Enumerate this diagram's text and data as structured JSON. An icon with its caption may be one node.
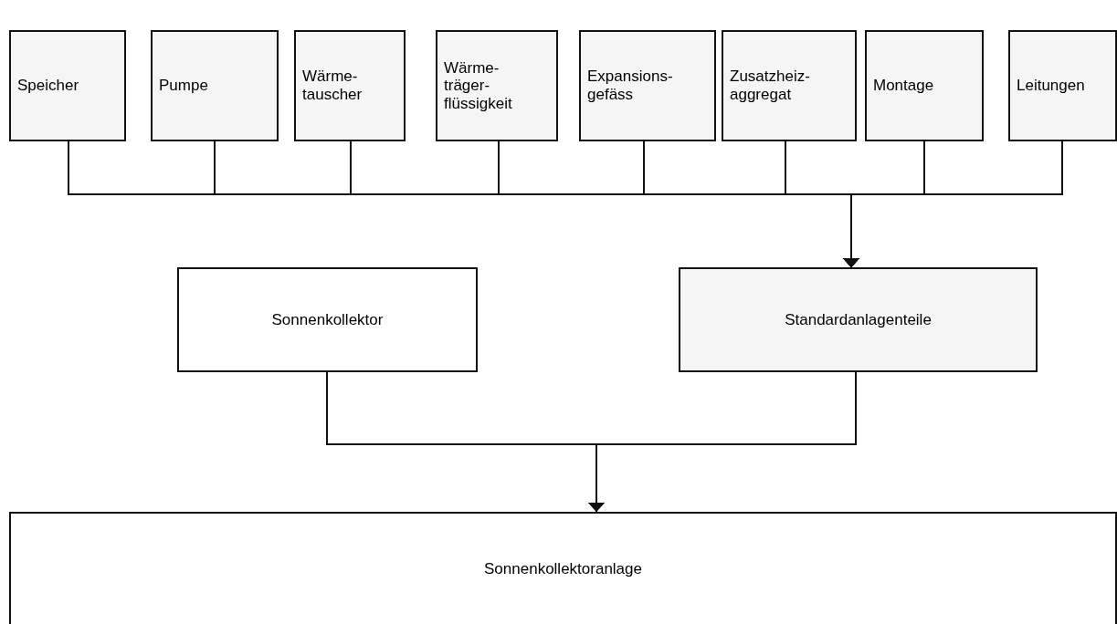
{
  "diagram": {
    "nodes": [
      {
        "text": [
          "Speicher"
        ]
      },
      {
        "text": [
          "Pumpe"
        ]
      },
      {
        "text": [
          "Wärme- tauscher"
        ]
      },
      {
        "text": [
          "Wärme- träger- flüssigkeit"
        ]
      },
      {
        "text": [
          "Expansions- gefäss"
        ]
      },
      {
        "text": [
          "Zusatzheiz- aggregat"
        ]
      },
      {
        "text": [
          "Montage"
        ]
      },
      {
        "text": [
          "Leitungen"
        ]
      },
      {
        "text": [
          "Sonnenkollektor"
        ]
      },
      {
        "text": [
          "Standardanlagenteile"
        ]
      },
      {
        "text": [
          "Sonnenkollektoranlage"
        ]
      }
    ],
    "edges": [
      {
        "from": 0,
        "to": 9,
        "arrow": "to"
      },
      {
        "from": 1,
        "to": 9,
        "arrow": "to"
      },
      {
        "from": 2,
        "to": 9,
        "arrow": "to"
      },
      {
        "from": 3,
        "to": 9,
        "arrow": "to"
      },
      {
        "from": 4,
        "to": 9,
        "arrow": "to"
      },
      {
        "from": 5,
        "to": 9,
        "arrow": "to"
      },
      {
        "from": 6,
        "to": 9,
        "arrow": "to"
      },
      {
        "from": 7,
        "to": 9,
        "arrow": "to"
      },
      {
        "from": 8,
        "to": 10,
        "arrow": "to"
      },
      {
        "from": 9,
        "to": 10,
        "arrow": "to"
      }
    ]
  }
}
